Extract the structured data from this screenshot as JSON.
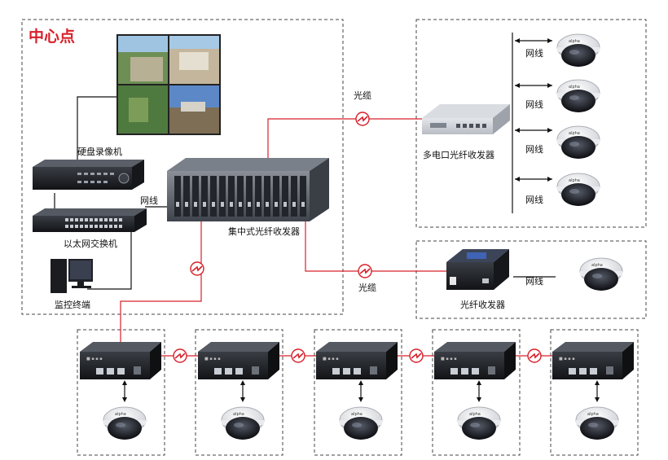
{
  "center_title": "中心点",
  "labels": {
    "dvr": "硬盘录像机",
    "ethernet_switch": "以太网交换机",
    "monitor": "监控终端",
    "network_cable": "网线",
    "central_transceiver": "集中式光纤收发器",
    "multi_port_transceiver": "多电口光纤收发器",
    "fiber_transceiver": "光纤收发器",
    "fiber_cable": "光缆",
    "camera_brand": "alpha"
  },
  "colors": {
    "fiber_line": "#d8202a",
    "network_line": "#111111",
    "dashed_box": "#444444",
    "center_title": "#d8202a"
  }
}
